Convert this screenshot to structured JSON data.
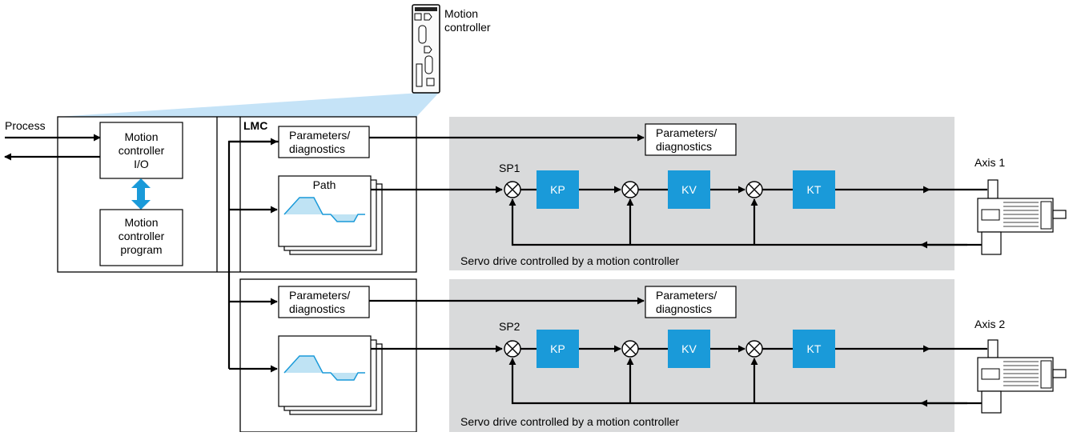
{
  "controller": {
    "label_line1": "Motion",
    "label_line2": "controller"
  },
  "process": {
    "label": "Process"
  },
  "io_block": {
    "line1": "Motion",
    "line2": "controller",
    "line3": "I/O"
  },
  "program_block": {
    "line1": "Motion",
    "line2": "controller",
    "line3": "program"
  },
  "lmc": {
    "label": "LMC"
  },
  "params": {
    "line1": "Parameters/",
    "line2": "diagnostics"
  },
  "path": {
    "label": "Path"
  },
  "axes": [
    {
      "setpoint": "SP1",
      "axis_label": "Axis 1",
      "caption": "Servo drive controlled by a motion controller",
      "blocks": [
        "KP",
        "KV",
        "KT"
      ]
    },
    {
      "setpoint": "SP2",
      "axis_label": "Axis 2",
      "caption": "Servo drive controlled by a motion controller",
      "blocks": [
        "KP",
        "KV",
        "KT"
      ]
    }
  ],
  "colors": {
    "block_fill": "#1a9ad9",
    "panel_fill": "#d9dadb",
    "beam_fill": "#c5e3f7",
    "profile_fill": "#bfe3f4",
    "profile_line": "#1a9ad9",
    "arrow_fill": "#1a9ad9"
  }
}
